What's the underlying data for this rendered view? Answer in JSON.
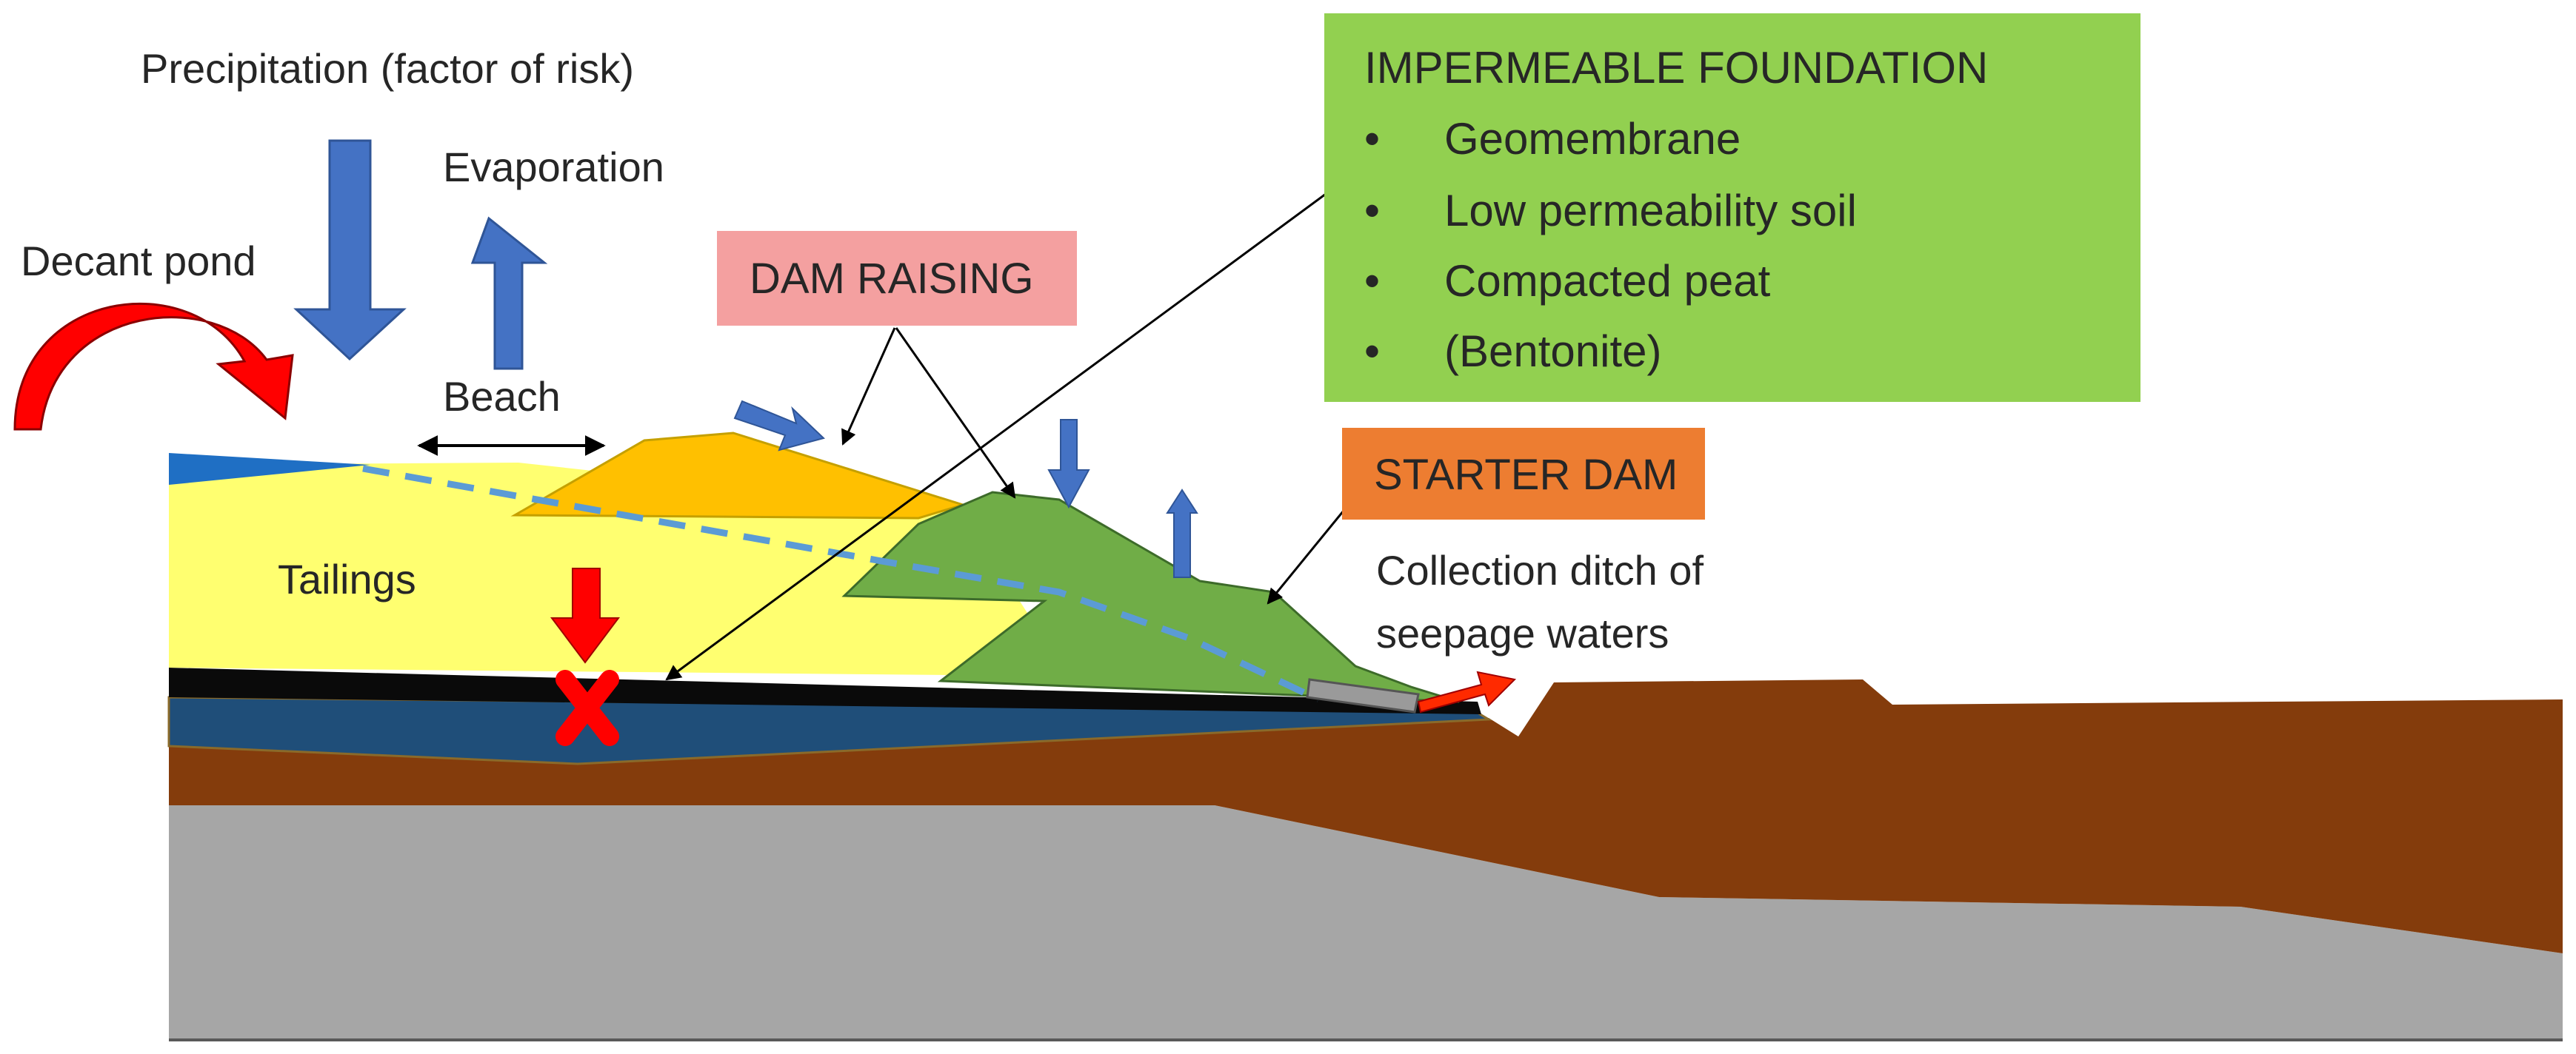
{
  "labels": {
    "precipitation": "Precipitation (factor of risk)",
    "evaporation": "Evaporation",
    "decant_pond": "Decant pond",
    "beach": "Beach",
    "tailings": "Tailings",
    "collection_line1": "Collection ditch of",
    "collection_line2": "seepage waters"
  },
  "dam_raising": {
    "label": "DAM RAISING"
  },
  "starter_dam": {
    "label": "STARTER DAM"
  },
  "impermeable_foundation": {
    "title": "IMPERMEABLE FOUNDATION",
    "bullet": "•",
    "items": [
      "Geomembrane",
      "Low permeability soil",
      "Compacted peat",
      "(Bentonite)"
    ]
  },
  "colors": {
    "tailings": "#ffff70",
    "pond": "#1f6fc4",
    "dam_raising_fill": "#ffc000",
    "starter_dam_fill": "#70ad47",
    "impermeable_box": "#92d050",
    "dam_raising_box": "#f4a0a0",
    "starter_dam_box": "#ed7d31",
    "liner": "#1f4e79",
    "soil": "#843c0c",
    "bedrock": "#a6a6a6",
    "water_arrow": "#4472c4",
    "risk_arrow": "#ff0000"
  }
}
